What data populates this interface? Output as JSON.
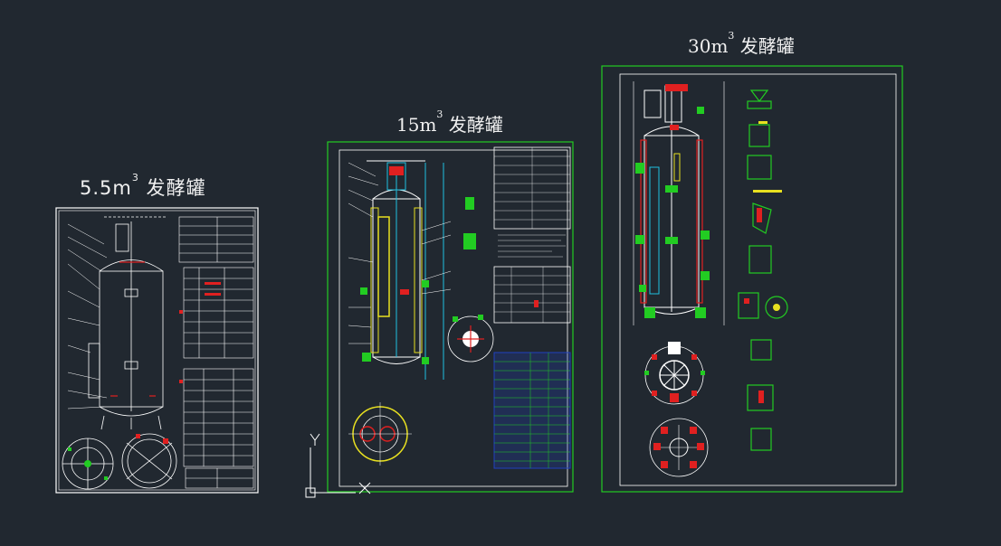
{
  "drawings": [
    {
      "id": "fermenter-5.5",
      "title_main": "5.5m",
      "title_sup": "3",
      "title_rest": " 发酵罐"
    },
    {
      "id": "fermenter-15",
      "title_main": "15m",
      "title_sup": "3",
      "title_rest": " 发酵罐"
    },
    {
      "id": "fermenter-30",
      "title_main": "30m",
      "title_sup": "3",
      "title_rest": " 发酵罐"
    }
  ],
  "ucs": {
    "y_label": "Y",
    "x_label": "X"
  },
  "colors": {
    "background": "#212830",
    "frame_green": "#22cc22",
    "line_white": "#ffffff",
    "line_red": "#e02020",
    "line_yellow": "#e8e020",
    "line_cyan": "#20c0e0",
    "table_blue": "#2040c0"
  }
}
